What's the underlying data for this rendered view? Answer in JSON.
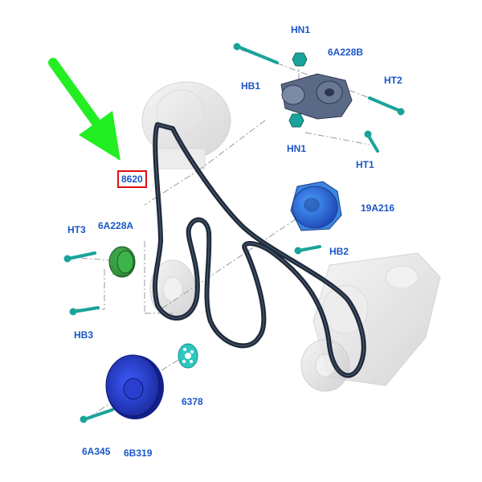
{
  "colors": {
    "label": "#1a56c8",
    "highlight_box": "#e01010",
    "arrow": "#22ee22",
    "belt": "#1f2a3a",
    "teal_part": "#1aa39a",
    "blue_part": "#2a6fd0",
    "dark_blue_pulley": "#1e33c8",
    "green_pulley": "#2e9a3a",
    "ghost": "#d8d8d8"
  },
  "labels": {
    "belt": "8620",
    "hn1_top": "HN1",
    "tensioner": "6A228B",
    "hb1": "HB1",
    "ht2": "HT2",
    "hn1_bottom": "HN1",
    "ht1": "HT1",
    "water_pump_pulley": "19A216",
    "hb2": "HB2",
    "ht3": "HT3",
    "idler": "6A228A",
    "hb3": "HB3",
    "crank_washer": "6378",
    "crank_bolt": "6A345",
    "crank_pulley": "6B319"
  },
  "icons": {
    "arrow": "green-arrow-icon",
    "bolt": "bolt-icon",
    "nut": "nut-icon"
  }
}
